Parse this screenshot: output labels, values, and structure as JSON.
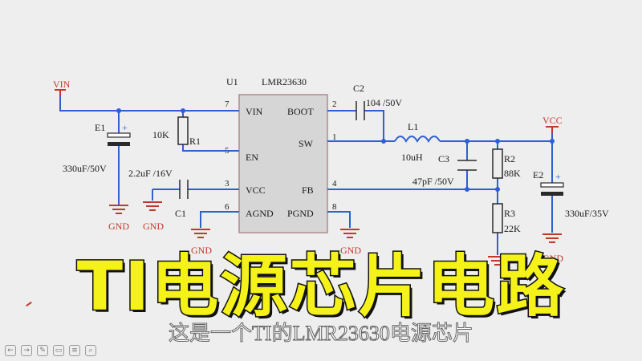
{
  "schematic": {
    "chip_designator": "U1",
    "chip_part": "LMR23630",
    "pins": [
      {
        "num": "7",
        "name": "VIN"
      },
      {
        "num": "5",
        "name": "EN"
      },
      {
        "num": "3",
        "name": "VCC"
      },
      {
        "num": "6",
        "name": "AGND"
      },
      {
        "num": "2",
        "name": "BOOT"
      },
      {
        "num": "1",
        "name": "SW"
      },
      {
        "num": "4",
        "name": "FB"
      },
      {
        "num": "8",
        "name": "PGND"
      }
    ],
    "ports": {
      "vin": "VIN",
      "vcc": "VCC"
    },
    "gnd_label": "GND",
    "components": {
      "e1": {
        "ref": "E1",
        "value": "330uF/50V"
      },
      "r1": {
        "ref": "R1",
        "value": "10K"
      },
      "c1": {
        "ref": "C1",
        "value": "2.2uF /16V"
      },
      "c2": {
        "ref": "C2",
        "value": "104 /50V"
      },
      "l1": {
        "ref": "L1",
        "value": "10uH"
      },
      "c3": {
        "ref": "C3",
        "value": "47pF /50V"
      },
      "r2": {
        "ref": "R2",
        "value": "88K"
      },
      "r3": {
        "ref": "R3",
        "value": "22K"
      },
      "e2": {
        "ref": "E2",
        "value": "330uF/35V"
      }
    }
  },
  "overlay": {
    "title": "TI电源芯片电路",
    "subtitle": "这是一个TI的LMR23630电源芯片"
  },
  "toolbar": {
    "icons": [
      "back-arrow-icon",
      "forward-arrow-icon",
      "pen-icon",
      "eraser-icon",
      "menu-icon",
      "zoom-icon"
    ]
  }
}
